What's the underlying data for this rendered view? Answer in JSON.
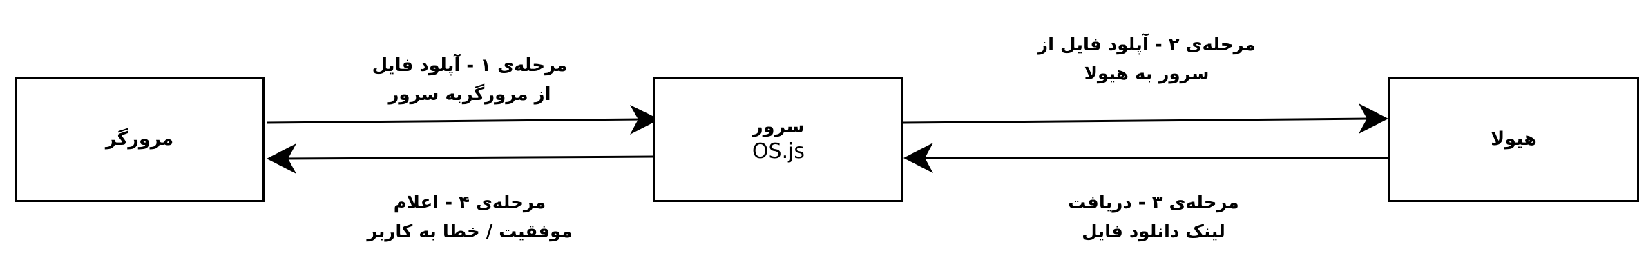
{
  "nodes": {
    "browser": {
      "label": "مرورگر"
    },
    "server": {
      "label": "سرور",
      "sublabel": "OS.js"
    },
    "heyula": {
      "label": "هیولا"
    }
  },
  "edges": {
    "step1": {
      "line1": "مرحله‌ی ۱ - آپلود فایل",
      "line2": "از مرورگربه سرور"
    },
    "step2": {
      "line1": "مرحله‌ی ۲ - آپلود فایل از",
      "line2": "سرور به هیولا"
    },
    "step3": {
      "line1": "مرحله‌ی ۳ - دریافت",
      "line2": "لینک دانلود فایل"
    },
    "step4": {
      "line1": "مرحله‌ی ۴ - اعلام",
      "line2": "موفقیت / خطا به کاربر"
    }
  }
}
